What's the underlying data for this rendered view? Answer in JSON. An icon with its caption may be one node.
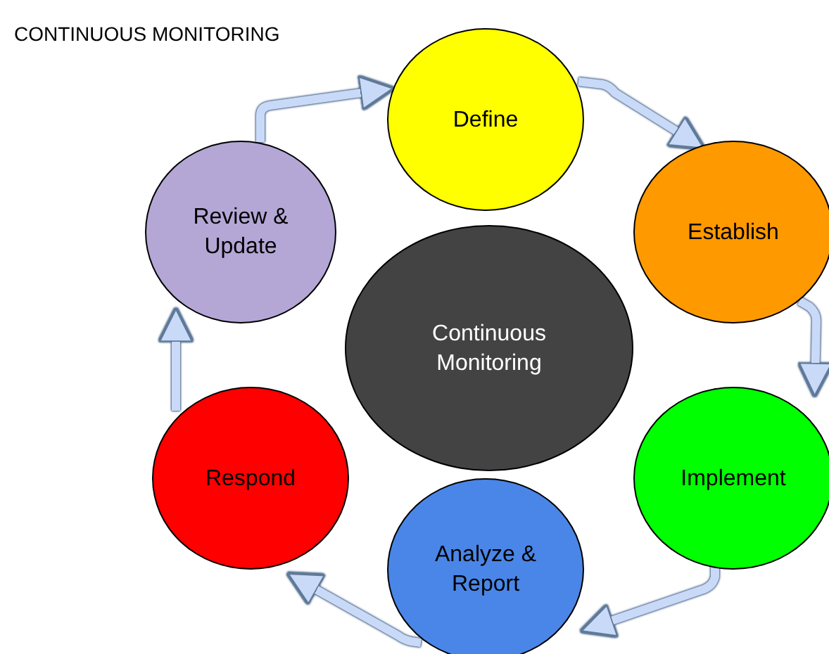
{
  "diagram": {
    "title": "CONTINUOUS MONITORING",
    "nodes": [
      {
        "text": [
          "Define"
        ]
      },
      {
        "text": [
          "Establish"
        ]
      },
      {
        "text": [
          "Implement"
        ]
      },
      {
        "text": [
          "Analyze & Report"
        ]
      },
      {
        "text": [
          "Respond"
        ]
      },
      {
        "text": [
          "Review & Update"
        ]
      },
      {
        "text": [
          "Continuous Monitoring"
        ]
      }
    ],
    "edges": [
      {
        "from": 5,
        "to": 0,
        "arrow": "to"
      },
      {
        "from": 0,
        "to": 1,
        "arrow": "to"
      },
      {
        "from": 1,
        "to": 2,
        "arrow": "to"
      },
      {
        "from": 2,
        "to": 3,
        "arrow": "to"
      },
      {
        "from": 3,
        "to": 4,
        "arrow": "to"
      },
      {
        "from": 4,
        "to": 5,
        "arrow": "to"
      }
    ]
  }
}
